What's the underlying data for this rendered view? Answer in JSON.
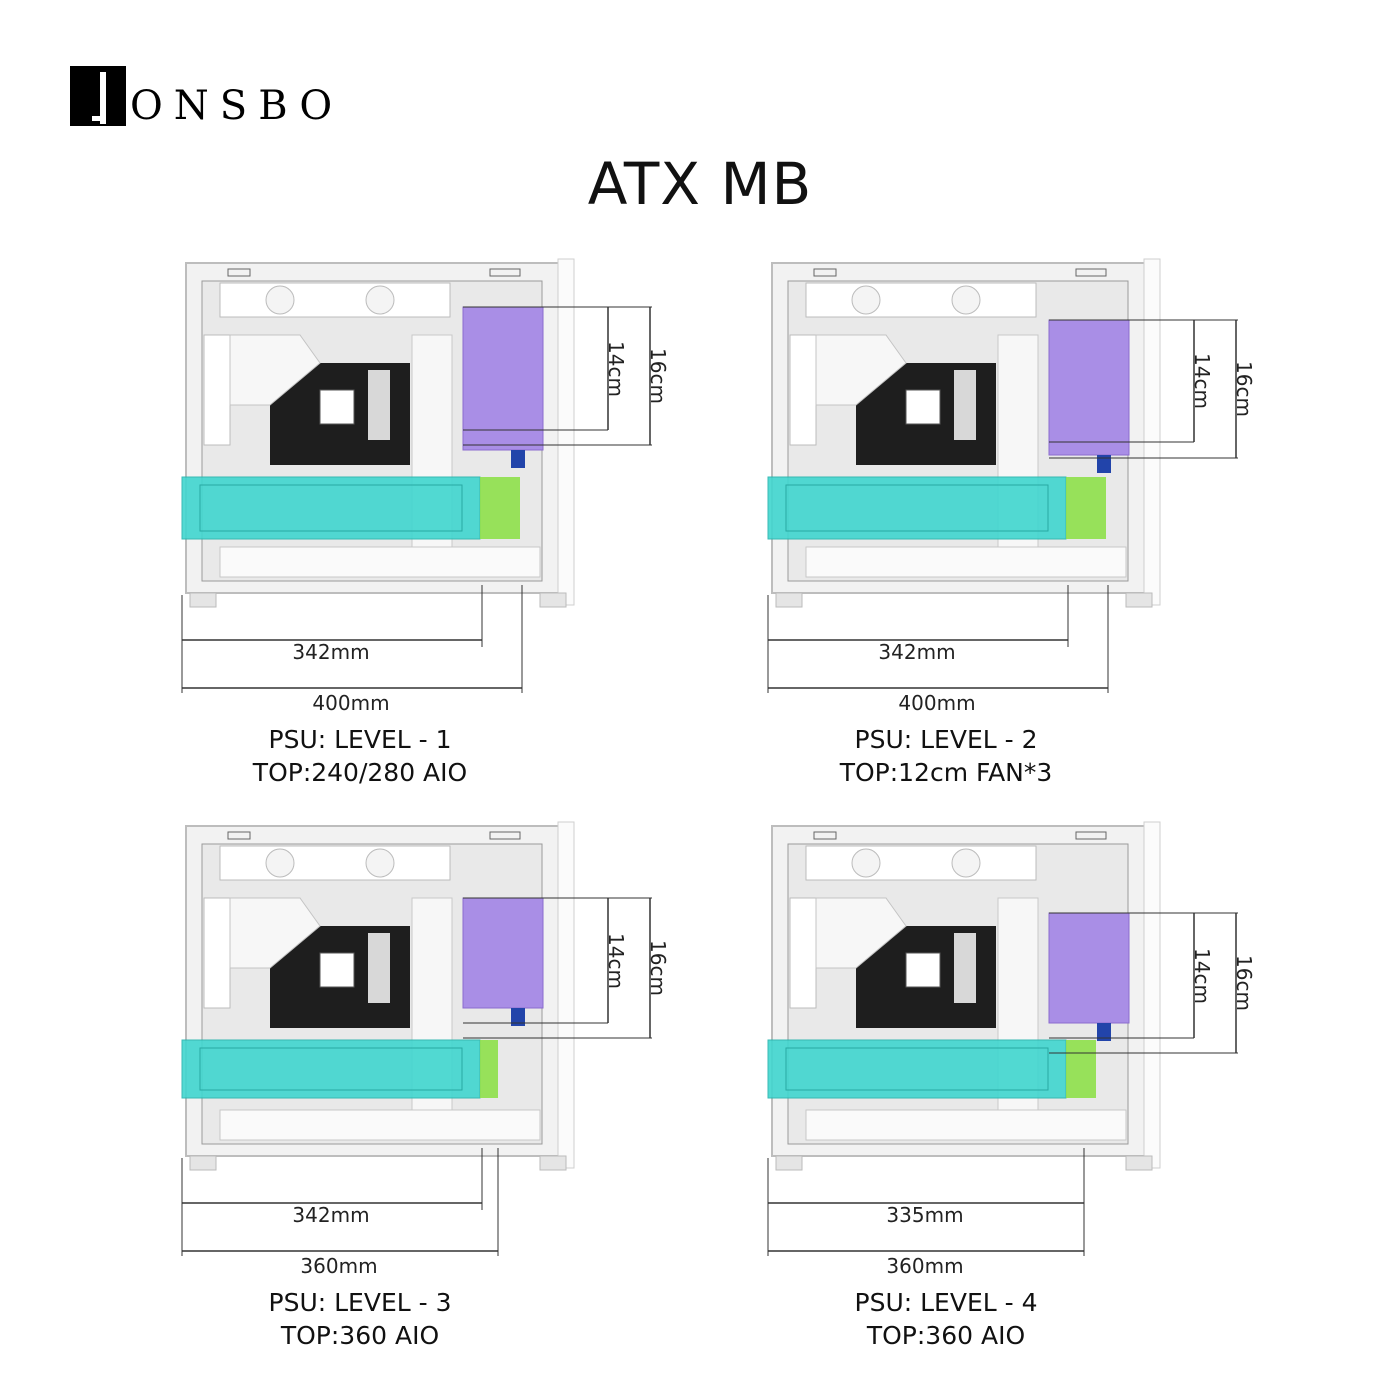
{
  "brand": {
    "name": "ONSBO"
  },
  "title": "ATX MB",
  "panels": [
    {
      "width_label": "342mm",
      "depth_label": "400mm",
      "psu_h_label": "14cm",
      "total_h_label": "16cm",
      "psu_line": "PSU: LEVEL - 1",
      "top_line": "TOP:240/280 AIO",
      "psu_level": 1
    },
    {
      "width_label": "342mm",
      "depth_label": "400mm",
      "psu_h_label": "14cm",
      "total_h_label": "16cm",
      "psu_line": "PSU: LEVEL - 2",
      "top_line": "TOP:12cm FAN*3",
      "psu_level": 2
    },
    {
      "width_label": "342mm",
      "depth_label": "360mm",
      "psu_h_label": "14cm",
      "total_h_label": "16cm",
      "psu_line": "PSU: LEVEL - 3",
      "top_line": "TOP:360 AIO",
      "psu_level": 3
    },
    {
      "width_label": "335mm",
      "depth_label": "360mm",
      "psu_h_label": "14cm",
      "total_h_label": "16cm",
      "psu_line": "PSU: LEVEL - 4",
      "top_line": "TOP:360 AIO",
      "psu_level": 4
    }
  ],
  "colors": {
    "psu": "#a98ee6",
    "gpu": "#40d6cf",
    "gpu_ext": "#8ee04a",
    "case": "#f2f2f2",
    "board": "#1e1e1e"
  }
}
